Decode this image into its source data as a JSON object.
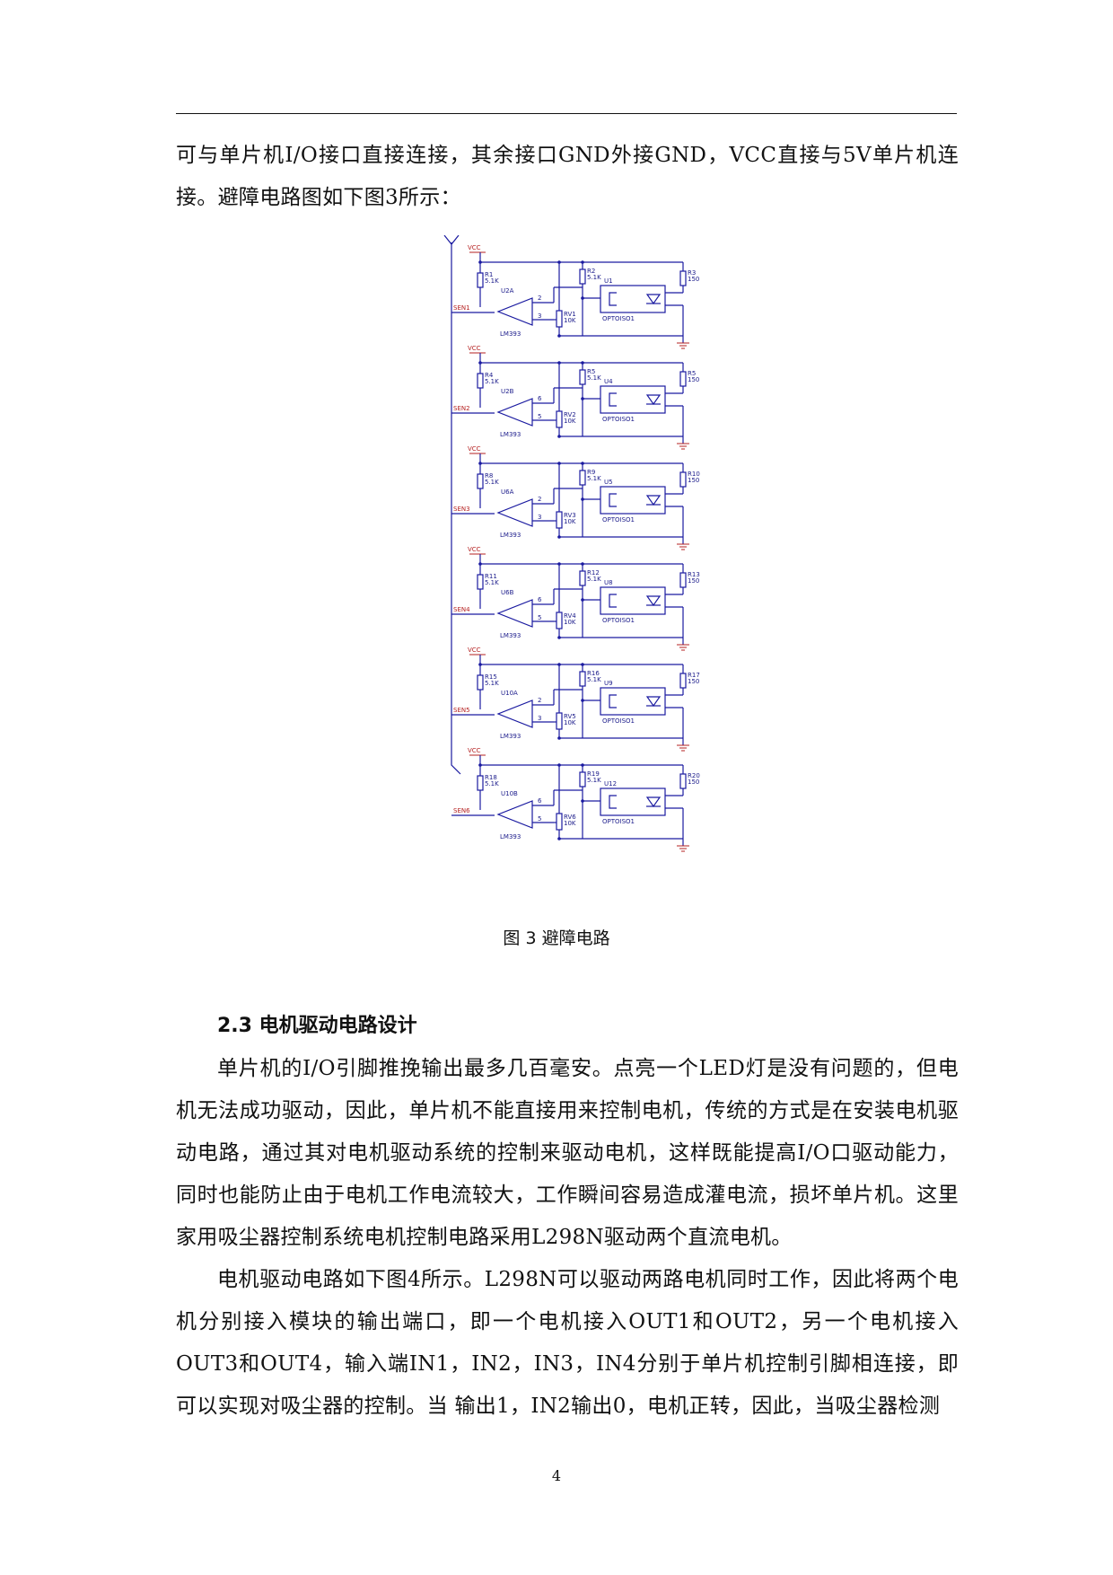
{
  "paragraphs": {
    "p1": "可与单片机I/O接口直接连接，其余接口GND外接GND，VCC直接与5V单片机连接。避障电路图如下图3所示：",
    "p2": "单片机的I/O引脚推挽输出最多几百毫安。点亮一个LED灯是没有问题的，但电机无法成功驱动，因此，单片机不能直接用来控制电机，传统的方式是在安装电机驱动电路，通过其对电机驱动系统的控制来驱动电机，这样既能提高I/O口驱动能力，同时也能防止由于电机工作电流较大，工作瞬间容易造成灌电流，损坏单片机。这里家用吸尘器控制系统电机控制电路采用L298N驱动两个直流电机。",
    "p3": "电机驱动电路如下图4所示。L298N可以驱动两路电机同时工作，因此将两个电机分别接入模块的输出端口，即一个电机接入OUT1和OUT2，另一个电机接入OUT3和OUT4，输入端IN1，IN2，IN3，IN4分别于单片机控制引脚相连接，即可以实现对吸尘器的控制。当   输出1，IN2输出0，电机正转，因此，当吸尘器检测"
  },
  "figure": {
    "caption": "图 3  避障电路",
    "stages": [
      {
        "vcc": "VCC",
        "r_top": "R1",
        "r_top_val": "5.1K",
        "opamp": "U2A",
        "sen": "SEN1",
        "pin_a": "2",
        "pin_b": "3",
        "rv": "RV1",
        "rv_val": "10K",
        "r_mid": "R2",
        "r_mid_val": "5.1K",
        "opto": "U1",
        "opto_label": "OPTOISO1",
        "r_led": "R3",
        "r_led_val": "150",
        "chip": "LM393"
      },
      {
        "vcc": "VCC",
        "r_top": "R4",
        "r_top_val": "5.1K",
        "opamp": "U2B",
        "sen": "SEN2",
        "pin_a": "6",
        "pin_b": "5",
        "rv": "RV2",
        "rv_val": "10K",
        "r_mid": "R5",
        "r_mid_val": "5.1K",
        "opto": "U4",
        "opto_label": "OPTOISO1",
        "r_led": "R5",
        "r_led_val": "150",
        "chip": "LM393"
      },
      {
        "vcc": "VCC",
        "r_top": "R8",
        "r_top_val": "5.1K",
        "opamp": "U6A",
        "sen": "SEN3",
        "pin_a": "2",
        "pin_b": "3",
        "rv": "RV3",
        "rv_val": "10K",
        "r_mid": "R9",
        "r_mid_val": "5.1K",
        "opto": "U5",
        "opto_label": "OPTOISO1",
        "r_led": "R10",
        "r_led_val": "150",
        "chip": "LM393"
      },
      {
        "vcc": "VCC",
        "r_top": "R11",
        "r_top_val": "5.1K",
        "opamp": "U6B",
        "sen": "SEN4",
        "pin_a": "6",
        "pin_b": "5",
        "rv": "RV4",
        "rv_val": "10K",
        "r_mid": "R12",
        "r_mid_val": "5.1K",
        "opto": "U8",
        "opto_label": "OPTOISO1",
        "r_led": "R13",
        "r_led_val": "150",
        "chip": "LM393"
      },
      {
        "vcc": "VCC",
        "r_top": "R15",
        "r_top_val": "5.1K",
        "opamp": "U10A",
        "sen": "SEN5",
        "pin_a": "2",
        "pin_b": "3",
        "rv": "RV5",
        "rv_val": "10K",
        "r_mid": "R16",
        "r_mid_val": "5.1K",
        "opto": "U9",
        "opto_label": "OPTOISO1",
        "r_led": "R17",
        "r_led_val": "150",
        "chip": "LM393"
      },
      {
        "vcc": "VCC",
        "r_top": "R18",
        "r_top_val": "5.1K",
        "opamp": "U10B",
        "sen": "SEN6",
        "pin_a": "6",
        "pin_b": "5",
        "rv": "RV6",
        "rv_val": "10K",
        "r_mid": "R19",
        "r_mid_val": "5.1K",
        "opto": "U12",
        "opto_label": "OPTOISO1",
        "r_led": "R20",
        "r_led_val": "150",
        "chip": "LM393"
      }
    ]
  },
  "section": {
    "title": "2.3  电机驱动电路设计"
  },
  "page": {
    "number": "4"
  }
}
